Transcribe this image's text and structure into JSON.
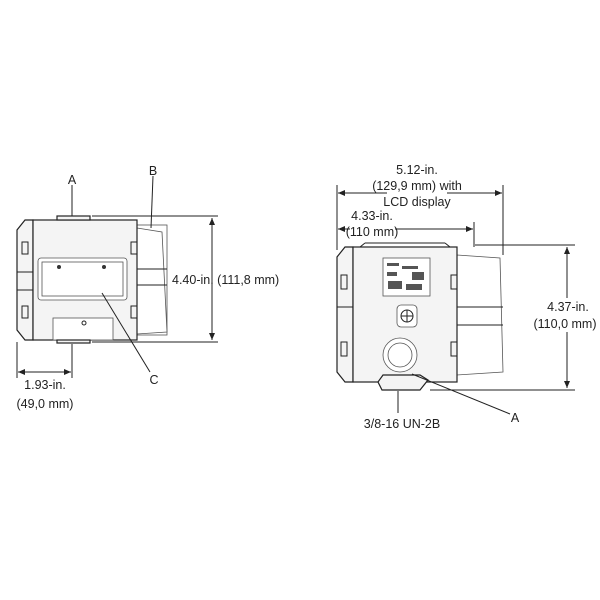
{
  "left_view": {
    "callout_a": "A",
    "callout_b": "B",
    "callout_c": "C",
    "height_dim": "4.40-in. (111,8 mm)",
    "depth_dim_in": "1.93-in.",
    "depth_dim_mm": "(49,0 mm)"
  },
  "right_view": {
    "width_lcd_line1": "5.12-in.",
    "width_lcd_line2": "(129,9 mm) with",
    "width_lcd_line3": "LCD display",
    "width_in": "4.33-in.",
    "width_mm": "(110 mm)",
    "height_in": "4.37-in.",
    "height_mm": "(110,0 mm)",
    "thread_label": "3/8-16 UN-2B",
    "callout_a": "A"
  }
}
